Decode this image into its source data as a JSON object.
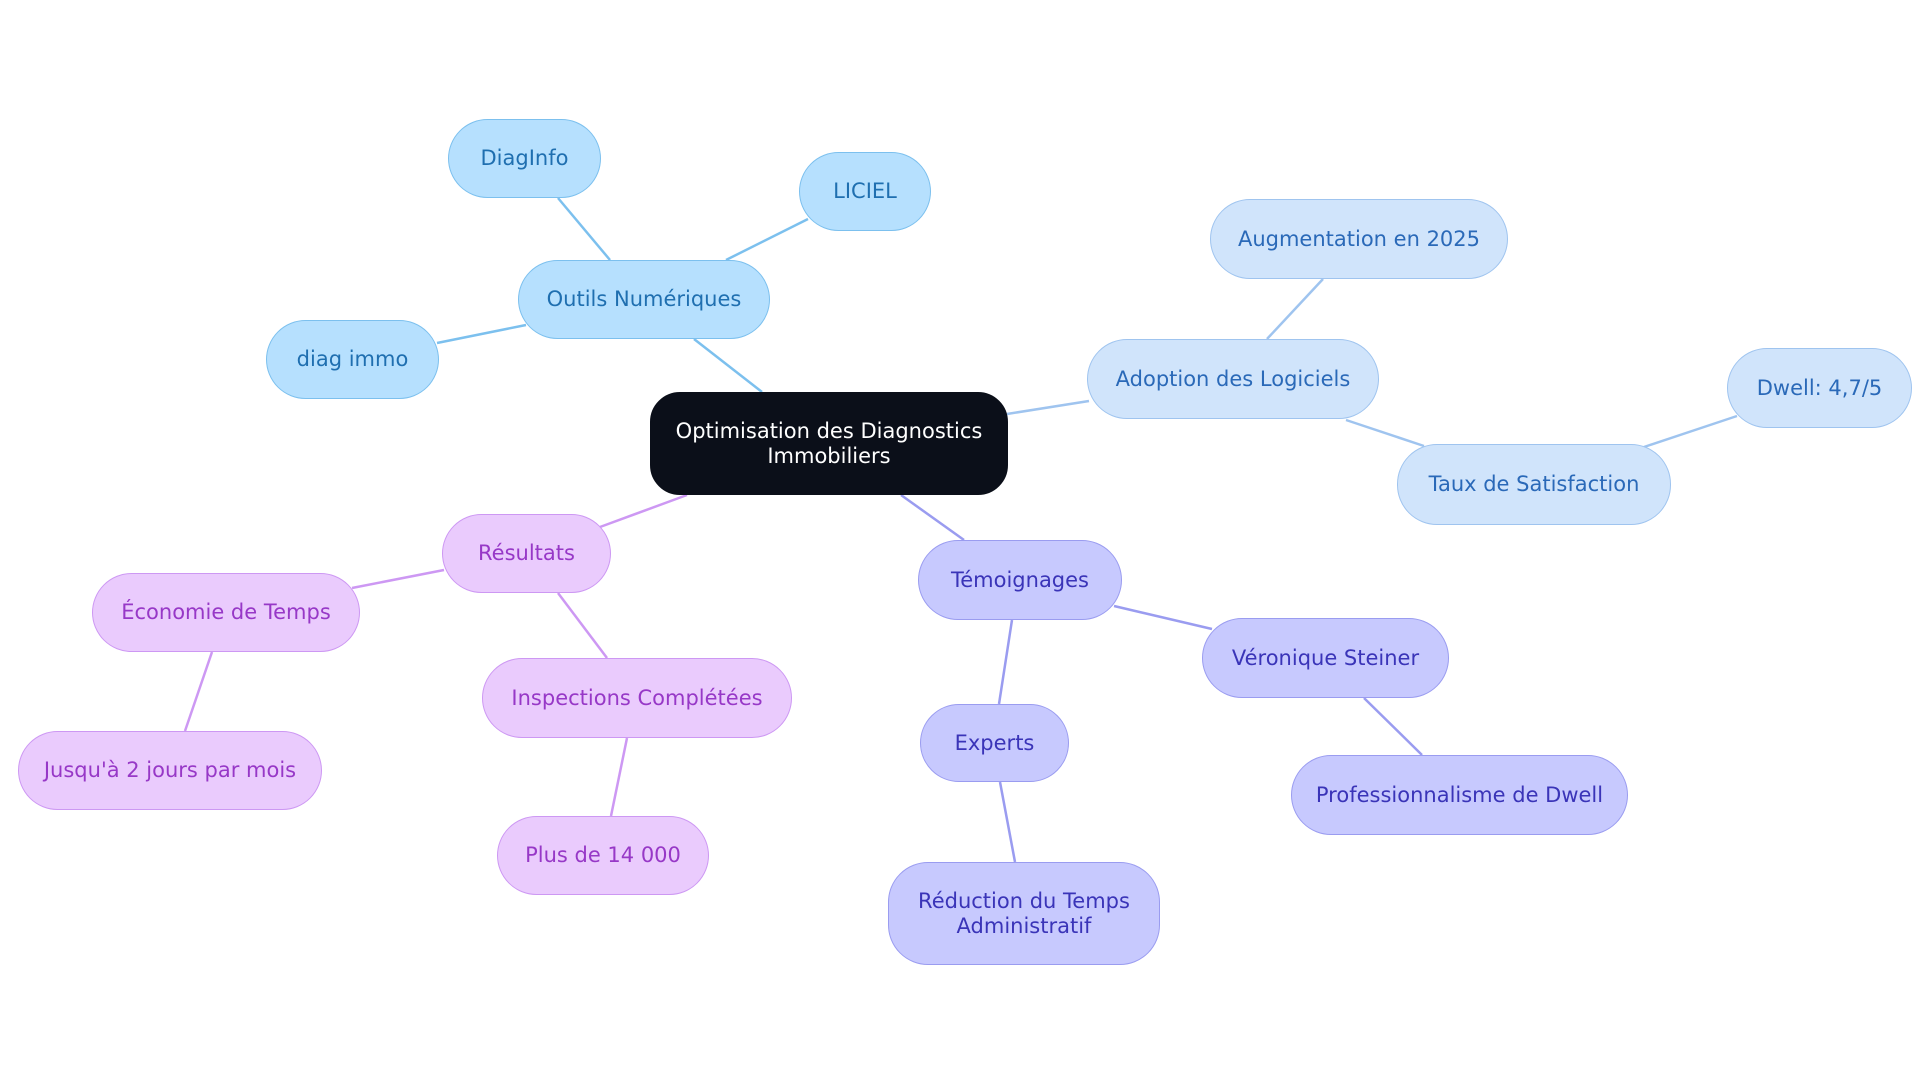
{
  "colors": {
    "root_bg": "#0b0f19",
    "sky_edge": "#7cc0ee",
    "blue_edge": "#9fc4ef",
    "indigo_edge": "#9a9cf0",
    "violet_edge": "#cd98f3"
  },
  "mindmap": {
    "root": {
      "label": "Optimisation des Diagnostics Immobiliers"
    },
    "branches": {
      "outils": {
        "label": "Outils Numériques",
        "children": {
          "diaginfo": "DiagInfo",
          "liciel": "LICIEL",
          "diag_immo": "diag immo"
        }
      },
      "adoption": {
        "label": "Adoption des Logiciels",
        "children": {
          "augmentation": "Augmentation en 2025"
        },
        "satisfaction": {
          "label": "Taux de Satisfaction",
          "children": {
            "dwell": "Dwell: 4,7/5"
          }
        }
      },
      "temoignages": {
        "label": "Témoignages",
        "veronique": {
          "label": "Véronique Steiner",
          "children": {
            "pro": "Professionnalisme de Dwell"
          }
        },
        "experts": {
          "label": "Experts",
          "children": {
            "reduction": "Réduction du Temps Administratif"
          }
        }
      },
      "resultats": {
        "label": "Résultats",
        "economie": {
          "label": "Économie de Temps",
          "children": {
            "jours": "Jusqu'à 2 jours par mois"
          }
        },
        "inspections": {
          "label": "Inspections Complétées",
          "children": {
            "plus": "Plus de 14 000"
          }
        }
      }
    }
  }
}
